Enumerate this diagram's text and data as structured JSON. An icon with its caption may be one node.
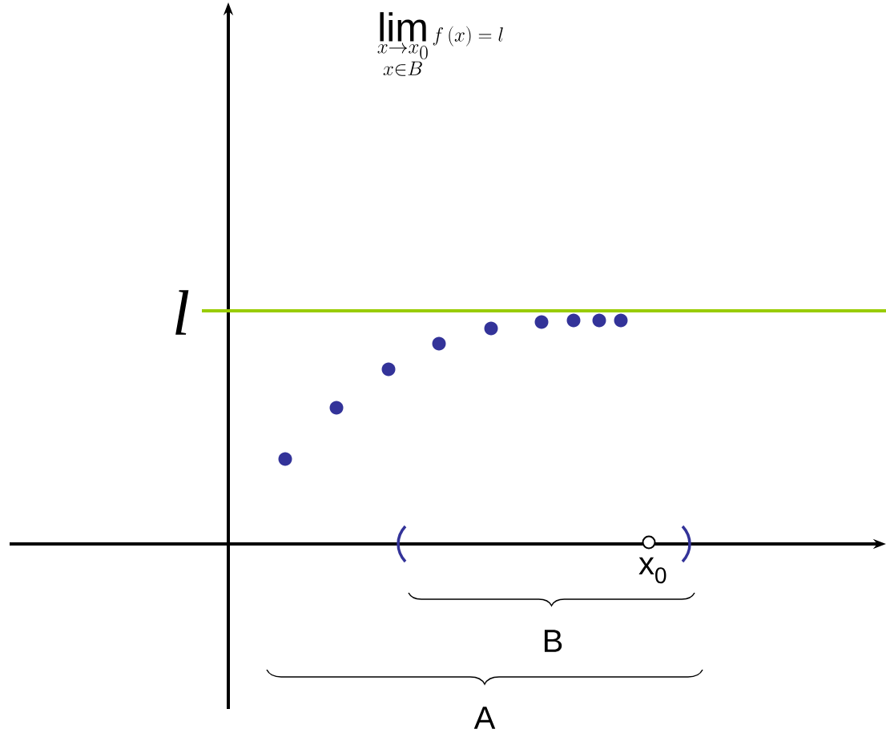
{
  "diagram": {
    "title": "\\lim_{\\substack{x\\to x_0\\\\ x\\in B}} f\\,(x)=l",
    "labels": [
      "l",
      "x$_{0}$",
      "B",
      "A"
    ]
  }
}
